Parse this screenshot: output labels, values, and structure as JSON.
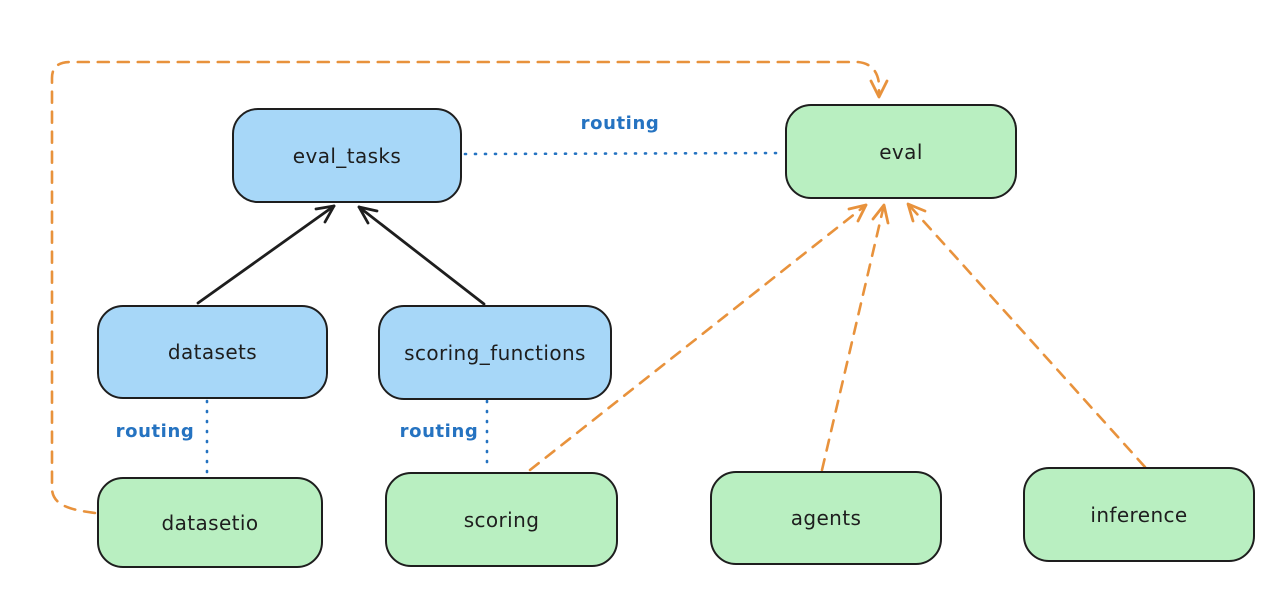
{
  "colors": {
    "background": "#ffffff",
    "node_blue_fill": "#a7d7f8",
    "node_green_fill": "#b9efc1",
    "stroke_black": "#1e1e1e",
    "routing_blue": "#2573c1",
    "arrow_orange": "#e8923c"
  },
  "diagram": {
    "nodes": {
      "eval_tasks": {
        "label": "eval_tasks",
        "fill": "blue"
      },
      "eval": {
        "label": "eval",
        "fill": "green"
      },
      "datasets": {
        "label": "datasets",
        "fill": "blue"
      },
      "scoring_functions": {
        "label": "scoring_functions",
        "fill": "blue"
      },
      "datasetio": {
        "label": "datasetio",
        "fill": "green"
      },
      "scoring": {
        "label": "scoring",
        "fill": "green"
      },
      "agents": {
        "label": "agents",
        "fill": "green"
      },
      "inference": {
        "label": "inference",
        "fill": "green"
      }
    },
    "edges": [
      {
        "from": "datasets",
        "to": "eval_tasks",
        "style": "solid",
        "arrow": true,
        "color": "black",
        "label": ""
      },
      {
        "from": "scoring_functions",
        "to": "eval_tasks",
        "style": "solid",
        "arrow": true,
        "color": "black",
        "label": ""
      },
      {
        "from": "eval_tasks",
        "to": "eval",
        "style": "dotted",
        "arrow": false,
        "color": "blue",
        "label": "routing"
      },
      {
        "from": "datasets",
        "to": "datasetio",
        "style": "dotted",
        "arrow": false,
        "color": "blue",
        "label": "routing"
      },
      {
        "from": "scoring_functions",
        "to": "scoring",
        "style": "dotted",
        "arrow": false,
        "color": "blue",
        "label": "routing"
      },
      {
        "from": "datasetio",
        "to": "eval",
        "style": "dashed",
        "arrow": true,
        "color": "orange",
        "label": ""
      },
      {
        "from": "scoring",
        "to": "eval",
        "style": "dashed",
        "arrow": true,
        "color": "orange",
        "label": ""
      },
      {
        "from": "agents",
        "to": "eval",
        "style": "dashed",
        "arrow": true,
        "color": "orange",
        "label": ""
      },
      {
        "from": "inference",
        "to": "eval",
        "style": "dashed",
        "arrow": true,
        "color": "orange",
        "label": ""
      }
    ]
  }
}
